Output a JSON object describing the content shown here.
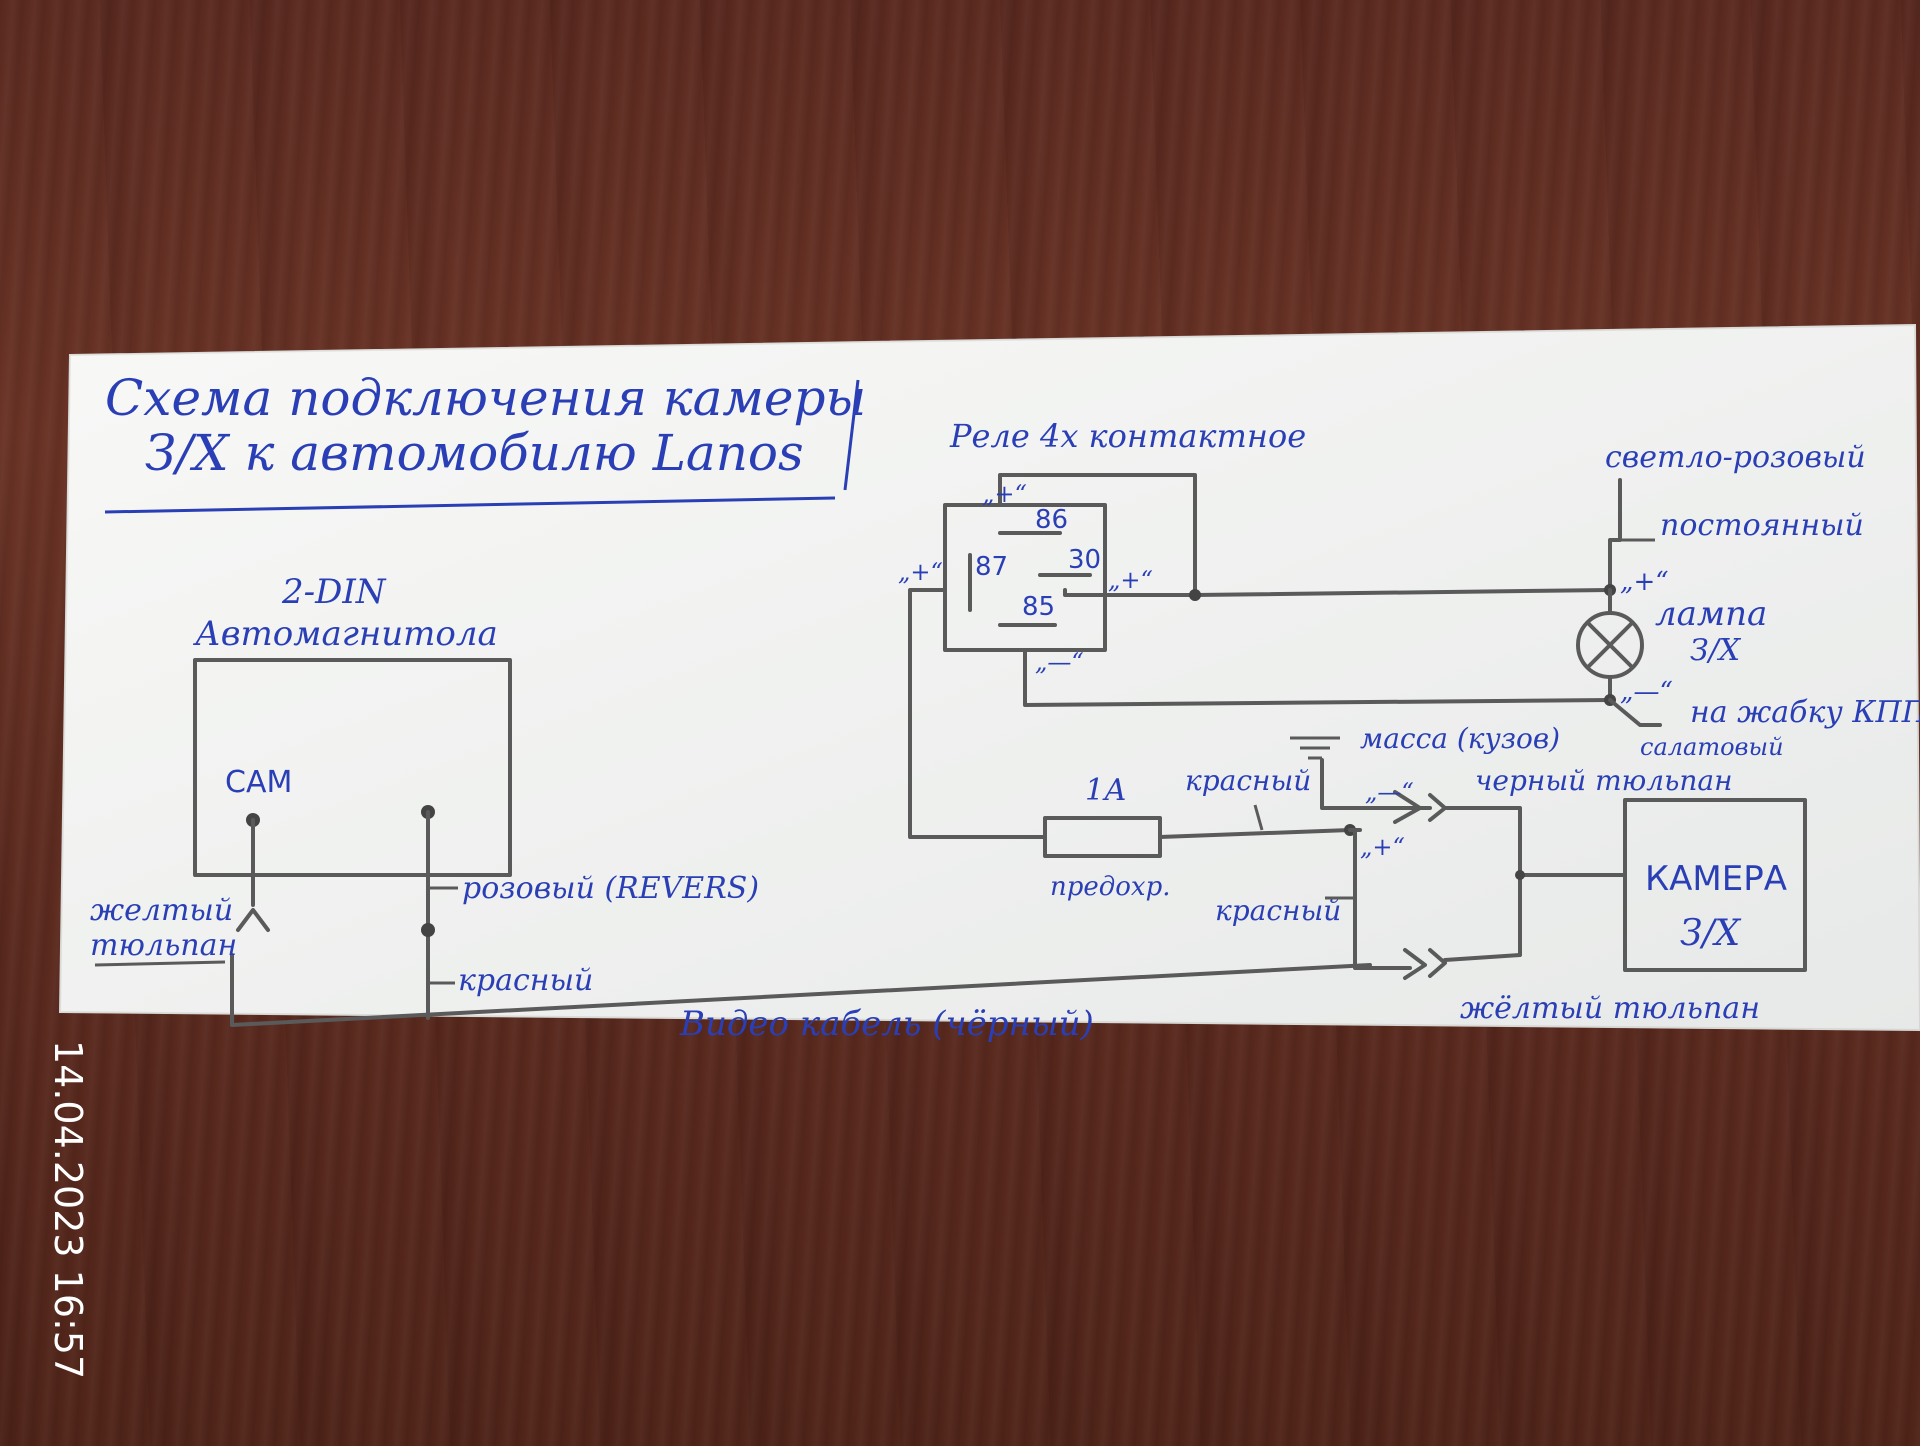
{
  "title": {
    "line1": "Схема подключения камеры",
    "line2": "З/Х к автомобилю Lanos"
  },
  "head_unit": {
    "label1": "2-DIN",
    "label2": "Автомагнитола",
    "cam_label": "CAM"
  },
  "relay": {
    "title": "Реле 4х контактное",
    "pins": [
      "86",
      "87",
      "30",
      "85"
    ],
    "plus": "„+“",
    "minus": "„—“"
  },
  "lamp": {
    "label1": "лампа",
    "label2": "З/Х",
    "plus": "„+“",
    "minus": "„—“"
  },
  "labels": {
    "light_pink": "светло-розовый",
    "constant": "постоянный",
    "to_gearbox": "на жабку КПП",
    "salad_green": "салатовый",
    "ground": "масса (кузов)",
    "red_top": "красный",
    "fuse_rating": "1А",
    "fuse_label": "предохр.",
    "black_tulip": "черный тюльпан",
    "red_side": "красный",
    "plus_small": "„+“",
    "minus_small": "„—“",
    "pink_reverse": "розовый (REVERS)",
    "red_unit": "красный",
    "yellow_tulip_left_1": "желтый",
    "yellow_tulip_left_2": "тюльпан",
    "video_cable": "Видео кабель (чёрный)",
    "yellow_tulip_right": "жёлтый тюльпан"
  },
  "camera": {
    "label1": "КАМЕРА",
    "label2": "З/Х"
  },
  "timestamp": "14.04.2023 16:57",
  "colors": {
    "ink": "#2a3fb5",
    "pencil": "#5a5a5a",
    "paper": "#f6f7f4",
    "desk": "#5d2b20"
  }
}
